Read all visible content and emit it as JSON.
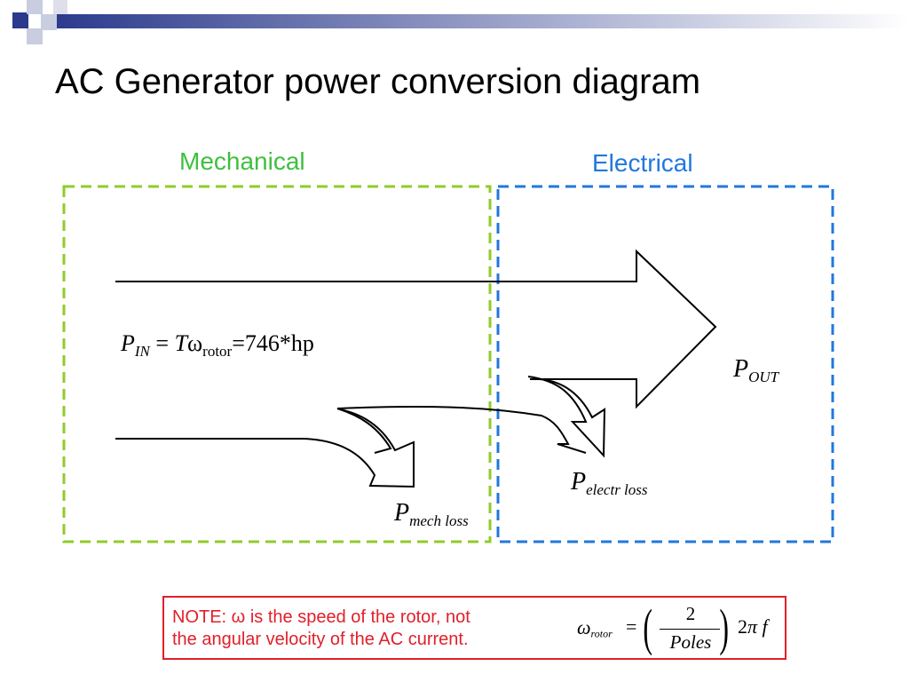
{
  "title": "AC Generator power conversion diagram",
  "regions": {
    "mechanical_label": "Mechanical",
    "electrical_label": "Electrical"
  },
  "colors": {
    "mechanical_border": "#8fcc2a",
    "electrical_border": "#2277dd",
    "mechanical_text": "#3fbf3f",
    "electrical_text": "#2277dd",
    "note": "#e0202a",
    "corner_navy": "#2b3a8c"
  },
  "equations": {
    "pin": {
      "p": "P",
      "sub": "IN",
      "rest_eq": " = ",
      "t": "T",
      "omega": "ω",
      "omega_sub": "rotor",
      "tail": "=746*hp"
    },
    "pout": {
      "p": "P",
      "sub": "OUT"
    },
    "pelec": {
      "p": "P",
      "sub": "electr loss"
    },
    "pmech": {
      "p": "P",
      "sub": "mech loss"
    }
  },
  "note": {
    "line1": "NOTE: ω is the speed of the rotor, not",
    "line2": "the angular velocity of the AC current."
  },
  "formula": {
    "omega": "ω",
    "omega_sub": "rotor",
    "equals": "=",
    "numerator": "2",
    "denominator": "Poles",
    "rhs_coef": "2",
    "rhs_pi": "π",
    "rhs_f": "f"
  }
}
